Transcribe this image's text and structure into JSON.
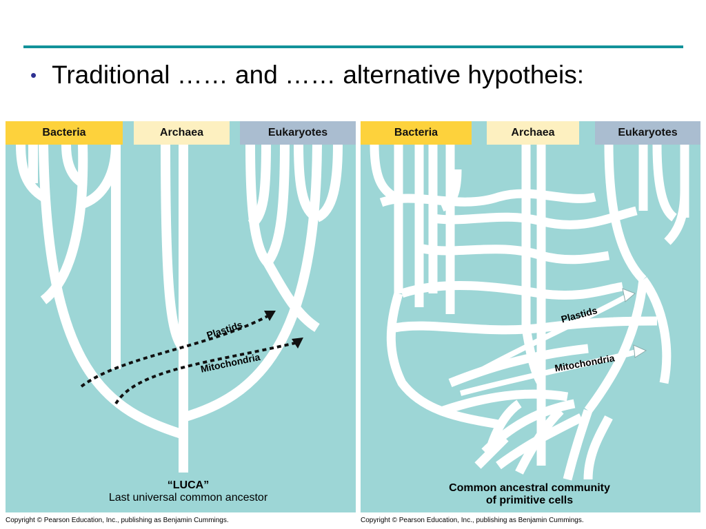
{
  "slide": {
    "bullet": "•",
    "heading": "Traditional …… and …… alternative hypotheis:"
  },
  "left_panel": {
    "domains": [
      "Bacteria",
      "Archaea",
      "Eukaryotes"
    ],
    "plastids_label": "Plastids",
    "mitochondria_label": "Mitochondria",
    "caption_title": "“LUCA”",
    "caption_sub": "Last universal common ancestor",
    "copyright": "Copyright © Pearson Education, Inc., publishing as Benjamin Cummings."
  },
  "right_panel": {
    "domains": [
      "Bacteria",
      "Archaea",
      "Eukaryotes"
    ],
    "plastids_label": "Plastids",
    "mitochondria_label": "Mitochondria",
    "caption_line1": "Common ancestral community",
    "caption_line2": "of primitive cells",
    "copyright": "Copyright © Pearson Education, Inc., publishing as Benjamin Cummings."
  },
  "colors": {
    "panel_bg": "#9dd6d6",
    "bacteria_band": "#fdd23c",
    "archaea_band": "#fdf0c0",
    "eukaryotes_band": "#aabdd0",
    "accent_rule": "#12929a",
    "bullet": "#2e3192"
  }
}
